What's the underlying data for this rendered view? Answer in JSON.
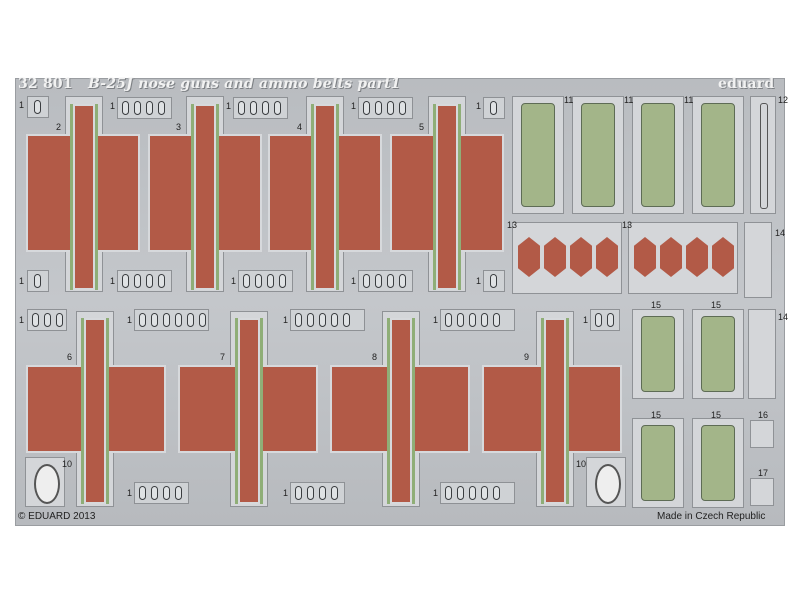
{
  "header": {
    "kit_number": "32 801",
    "title": "B-25J nose guns and ammo belts  part1",
    "brand": "eduard"
  },
  "footer": {
    "copyright": "© EDUARD 2013",
    "origin": "Made in Czech Republic"
  },
  "part_numbers": {
    "p1": "1",
    "p2": "2",
    "p3": "3",
    "p4": "4",
    "p5": "5",
    "p6": "6",
    "p7": "7",
    "p8": "8",
    "p9": "9",
    "p10": "10",
    "p11": "11",
    "p12": "12",
    "p13": "13",
    "p14": "14",
    "p15": "15",
    "p16": "16",
    "p17": "17"
  },
  "colors": {
    "fret": "#c2c5c9",
    "belt_red": "#b25a47",
    "green_part": "#a3b589",
    "label_white": "#f2f2f2"
  }
}
